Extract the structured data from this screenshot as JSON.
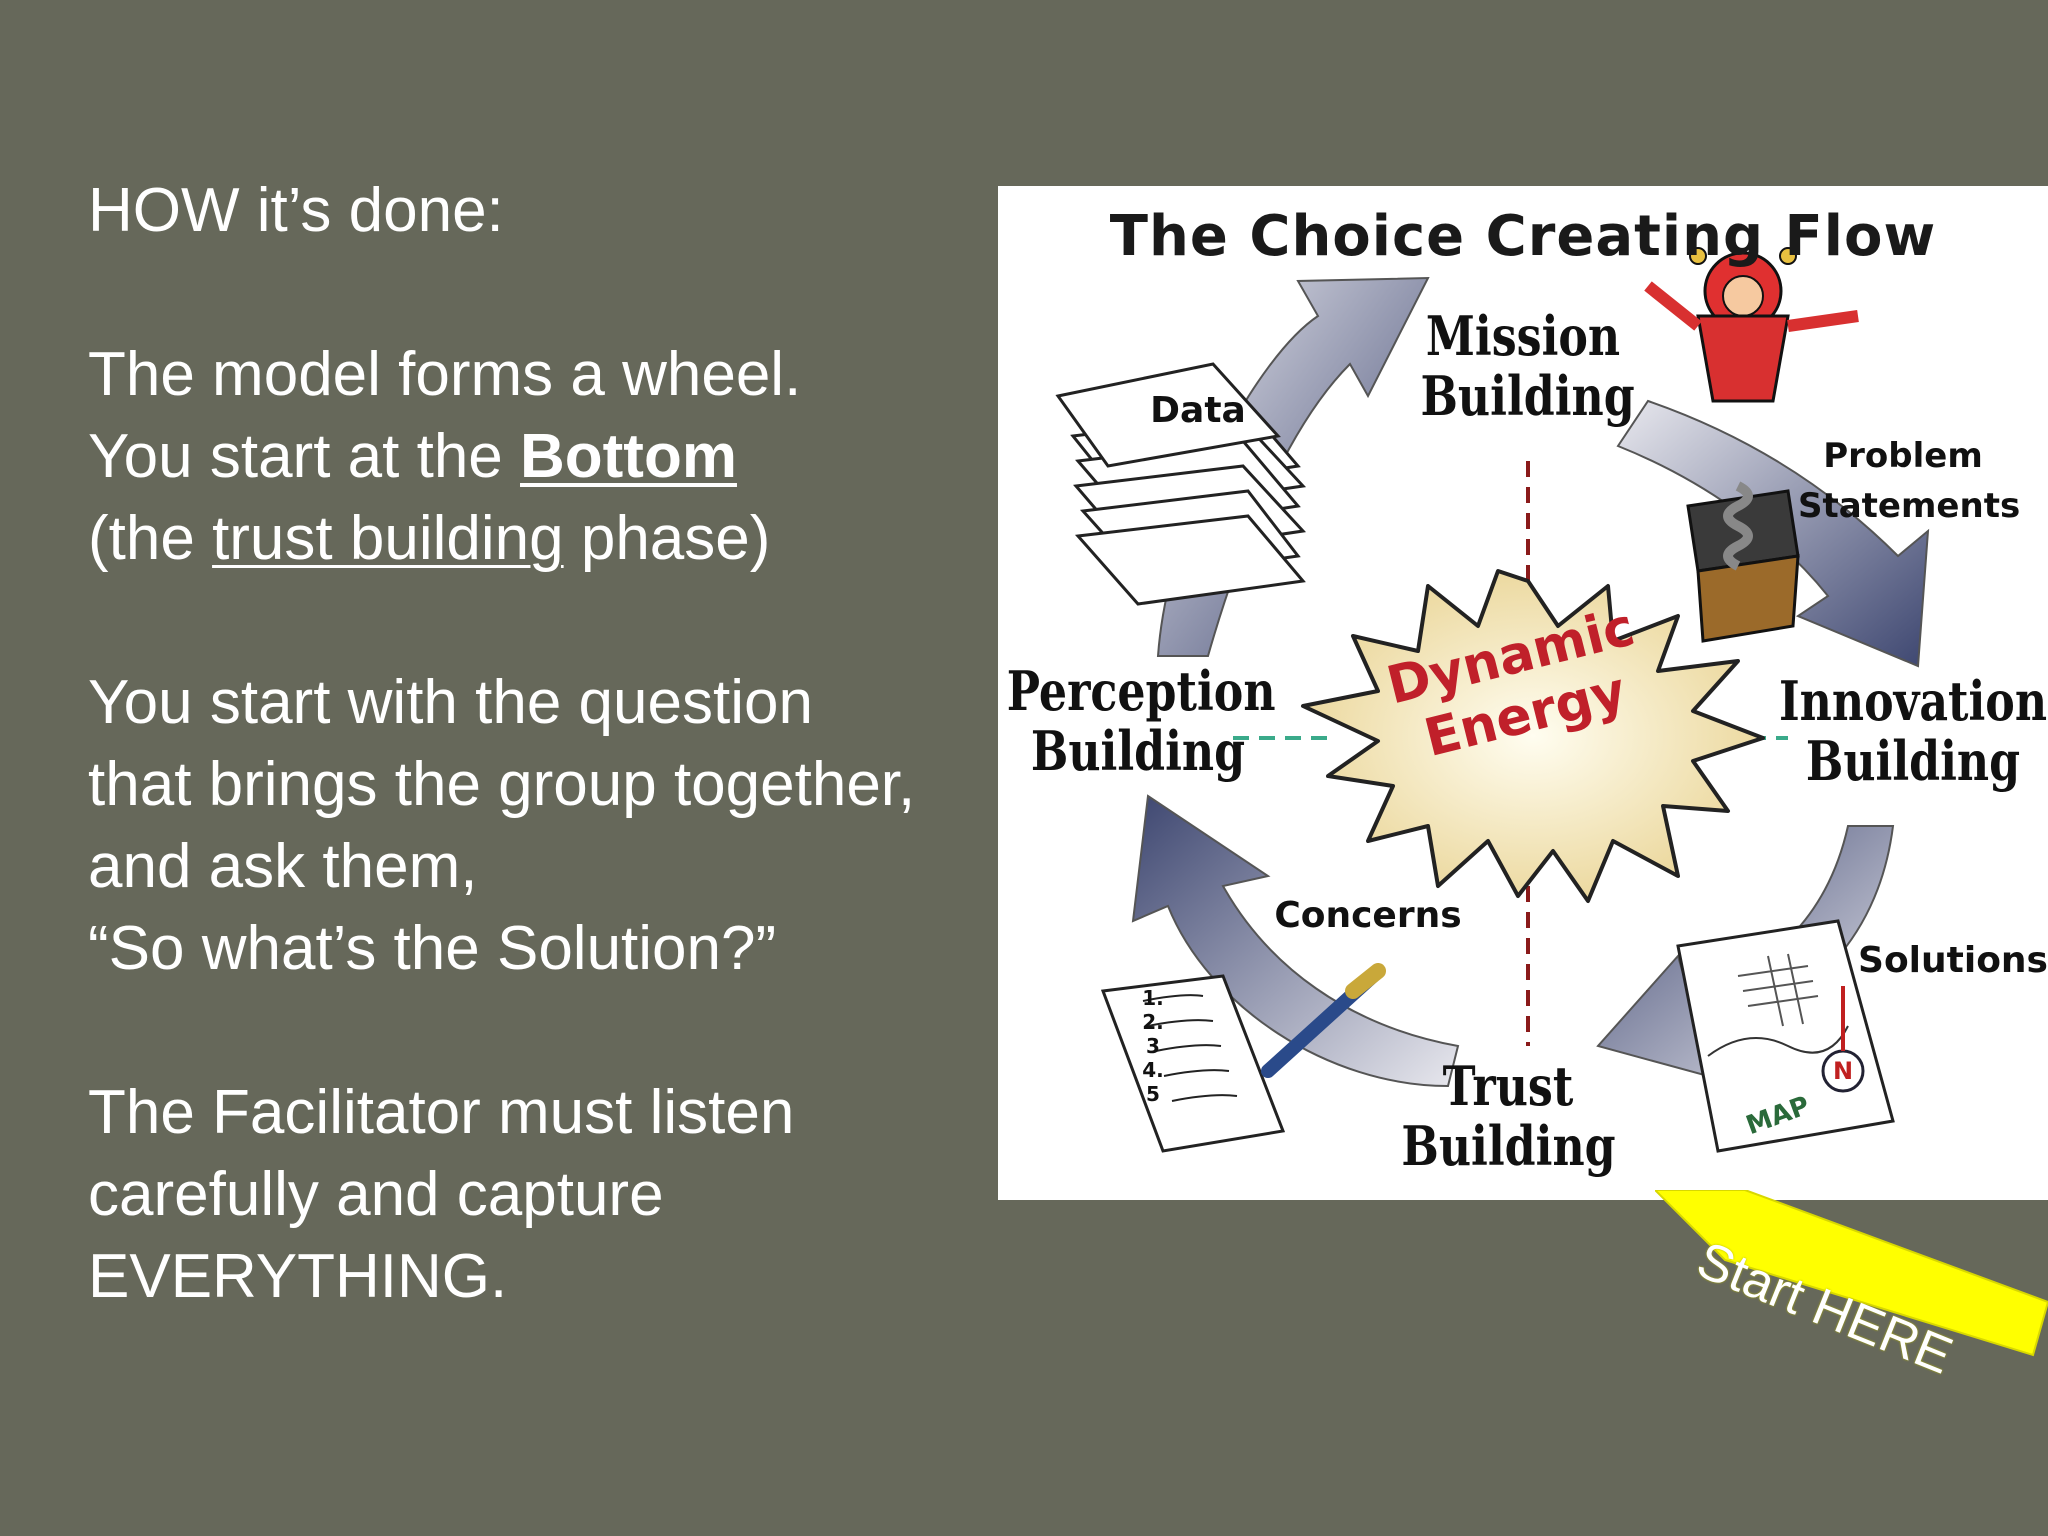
{
  "left": {
    "heading": "HOW it’s done:",
    "para1_line1": "The model forms a wheel.",
    "para1_line2_pre": "You start at the ",
    "para1_line2_bold": "Bottom",
    "para1_line3_pre": "(the ",
    "para1_line3_u": "trust building",
    "para1_line3_post": " phase)",
    "para2_line1": "You start with the question",
    "para2_line2": "that brings the group together,",
    "para2_line3": "and ask them,",
    "para2_line4": "“So what’s the Solution?”",
    "para3_line1": "The Facilitator must listen",
    "para3_line2": "carefully and capture",
    "para3_line3": "EVERYTHING."
  },
  "diagram": {
    "title": "The Choice Creating Flow",
    "phases": {
      "mission": [
        "Mission",
        "Building"
      ],
      "innovation": [
        "Innovation",
        "Building"
      ],
      "trust": [
        "Trust",
        "Building"
      ],
      "perception": [
        "Perception",
        "Building"
      ]
    },
    "labels": {
      "data": "Data",
      "problem": [
        "Problem",
        "Statements"
      ],
      "solutions": "Solutions",
      "concerns": "Concerns",
      "map": "MAP",
      "north": "N",
      "list_numbers": [
        "1.",
        "2.",
        "3",
        "4.",
        "5"
      ]
    },
    "center": [
      "Dynamic",
      "Energy"
    ],
    "start_tag": "Start HERE",
    "colors": {
      "background": "#66685a",
      "arrow": "#4a5275",
      "burst": "#f3e7b8",
      "center_text": "#c0202a",
      "tag": "#ffff00"
    }
  }
}
